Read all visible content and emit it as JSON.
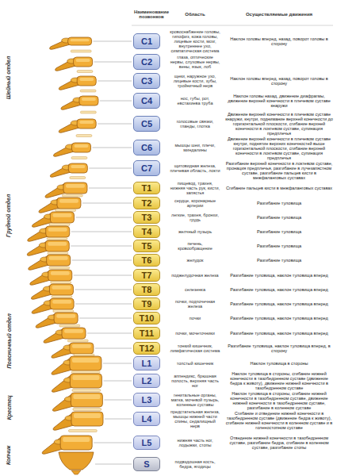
{
  "diagram": {
    "nodes": [
      {
        "text": [
          "C1"
        ]
      },
      {
        "text": [
          "C2"
        ]
      },
      {
        "text": [
          "C3"
        ]
      },
      {
        "text": [
          "C4"
        ]
      },
      {
        "text": [
          "C5"
        ]
      },
      {
        "text": [
          "C6"
        ]
      },
      {
        "text": [
          "C7"
        ]
      },
      {
        "text": [
          "T1"
        ]
      },
      {
        "text": [
          "T2"
        ]
      },
      {
        "text": [
          "T3"
        ]
      },
      {
        "text": [
          "T4"
        ]
      },
      {
        "text": [
          "T5"
        ]
      },
      {
        "text": [
          "T6"
        ]
      },
      {
        "text": [
          "T7"
        ]
      },
      {
        "text": [
          "T8"
        ]
      },
      {
        "text": [
          "T9"
        ]
      },
      {
        "text": [
          "T10"
        ]
      },
      {
        "text": [
          "T11"
        ]
      },
      {
        "text": [
          "T12"
        ]
      },
      {
        "text": [
          "L1"
        ]
      },
      {
        "text": [
          "L2"
        ]
      },
      {
        "text": [
          "L3"
        ]
      },
      {
        "text": [
          "L4"
        ]
      },
      {
        "text": [
          "L5"
        ]
      },
      {
        "text": [
          "S"
        ]
      }
    ],
    "labels": [
      "Наименование позвонков",
      "Область",
      "Осуществляемые движения",
      "Шейный отдел",
      "Грудной отдел",
      "Поясничный отдел",
      "Крестец",
      "Копчик",
      "кровоснабжение головы, гипофиз, кожа головы, лицевые кости, мозг, внутреннее ухо, симпатическая система",
      "Наклон головы вперед, назад, поворот головы в сторону",
      "глаза, оптические нервы, слуховые нервы, вены, язык, лоб",
      "щеки, наружное ухо, лицевые кости, зубы, тройничный нерв",
      "Наклон головы вперед, назад, поворот головы в сторону",
      "нос, губы, рот, евстахиева труба",
      "Наклон головы назад, движение диафрагмы, движение верхней конечности в плечевом суставе кнаружи",
      "голосовые связки, гланды, глотка",
      "Движение верхней конечности в плечевом суставе кнаружи, кнутри, поднимание верхней конечности до горизонтальной плоскости, сгибание верхней конечности в локтевом суставе, супинация предплечья",
      "мышцы шеи, плечи, миндалины",
      "Движение верхней конечности в плечевом суставе кнутри, поднятие верхних конечностей выше горизонтальной плоскости, сгибание верхней конечности в локтевом суставе, супинация предплечья",
      "щитовидная железа, плечевая область, локти",
      "Разгибание верхней конечности в локтевом суставе, пронация предплечья, разгибание в лучезапястном суставе, разгибание пальцев кисти в межфаланговых суставах",
      "пищевод, трахея, нижняя часть рук, кисти, запястья",
      "Сгибание пальцев кисти в межфаланговых суставах",
      "сердце, коронарные артерии",
      "Разгибание туловища",
      "легкие, трахея, бронхи, грудь",
      "Разгибание туловища",
      "желчный пузырь",
      "Разгибание туловища",
      "печень, кровообращение",
      "Разгибание туловища",
      "желудок",
      "Разгибание туловища",
      "поджелудочная железа",
      "Разгибание туловища, наклон туловища вперед",
      "селезенка",
      "Разгибание туловища, наклон туловища вперед",
      "почки, подпочечная железа",
      "Разгибание туловища, наклон туловища вперед",
      "почки",
      "Разгибание туловища, наклон туловища вперед",
      "почки, мочеточники",
      "Разгибание туловища, наклон туловища вперед",
      "тонкий кишечник, лимфатическая система",
      "Разгибание туловища, наклон туловища вперед, в сторону",
      "толстый кишечник",
      "Наклон туловища в стороны",
      "аппендикс, брюшная полость, верхняя часть ног",
      "Наклон туловища в стороны, сгибание нижней конечности в тазобедренном суставе (движение бедра к животу), движение нижней конечности в тазобедренном суставе",
      "генитальные органы, матка, мочевой пузырь, коленные суставы",
      "Наклон туловища в стороны, сгибание нижней конечности в тазобедренном суставе, движение нижней конечности в тазобедренном суставе, разгибание в коленном суставе",
      "предстательная железа, мышцы нижней части спины, седалищный нерв",
      "Сгибание и отведение нижней конечности в тазобедренном суставе (движение бедра к животу), сгибание нижней конечности в коленном суставе и в голеностопном суставе",
      "нижняя часть ног, лодыжки, стопы",
      "Отведение нижней конечности в тазобедренном суставе, разгибание бедра, сгибание в коленном суставе, разгибание стопы",
      "подвздошная кость, бедра, ягодицы"
    ]
  }
}
